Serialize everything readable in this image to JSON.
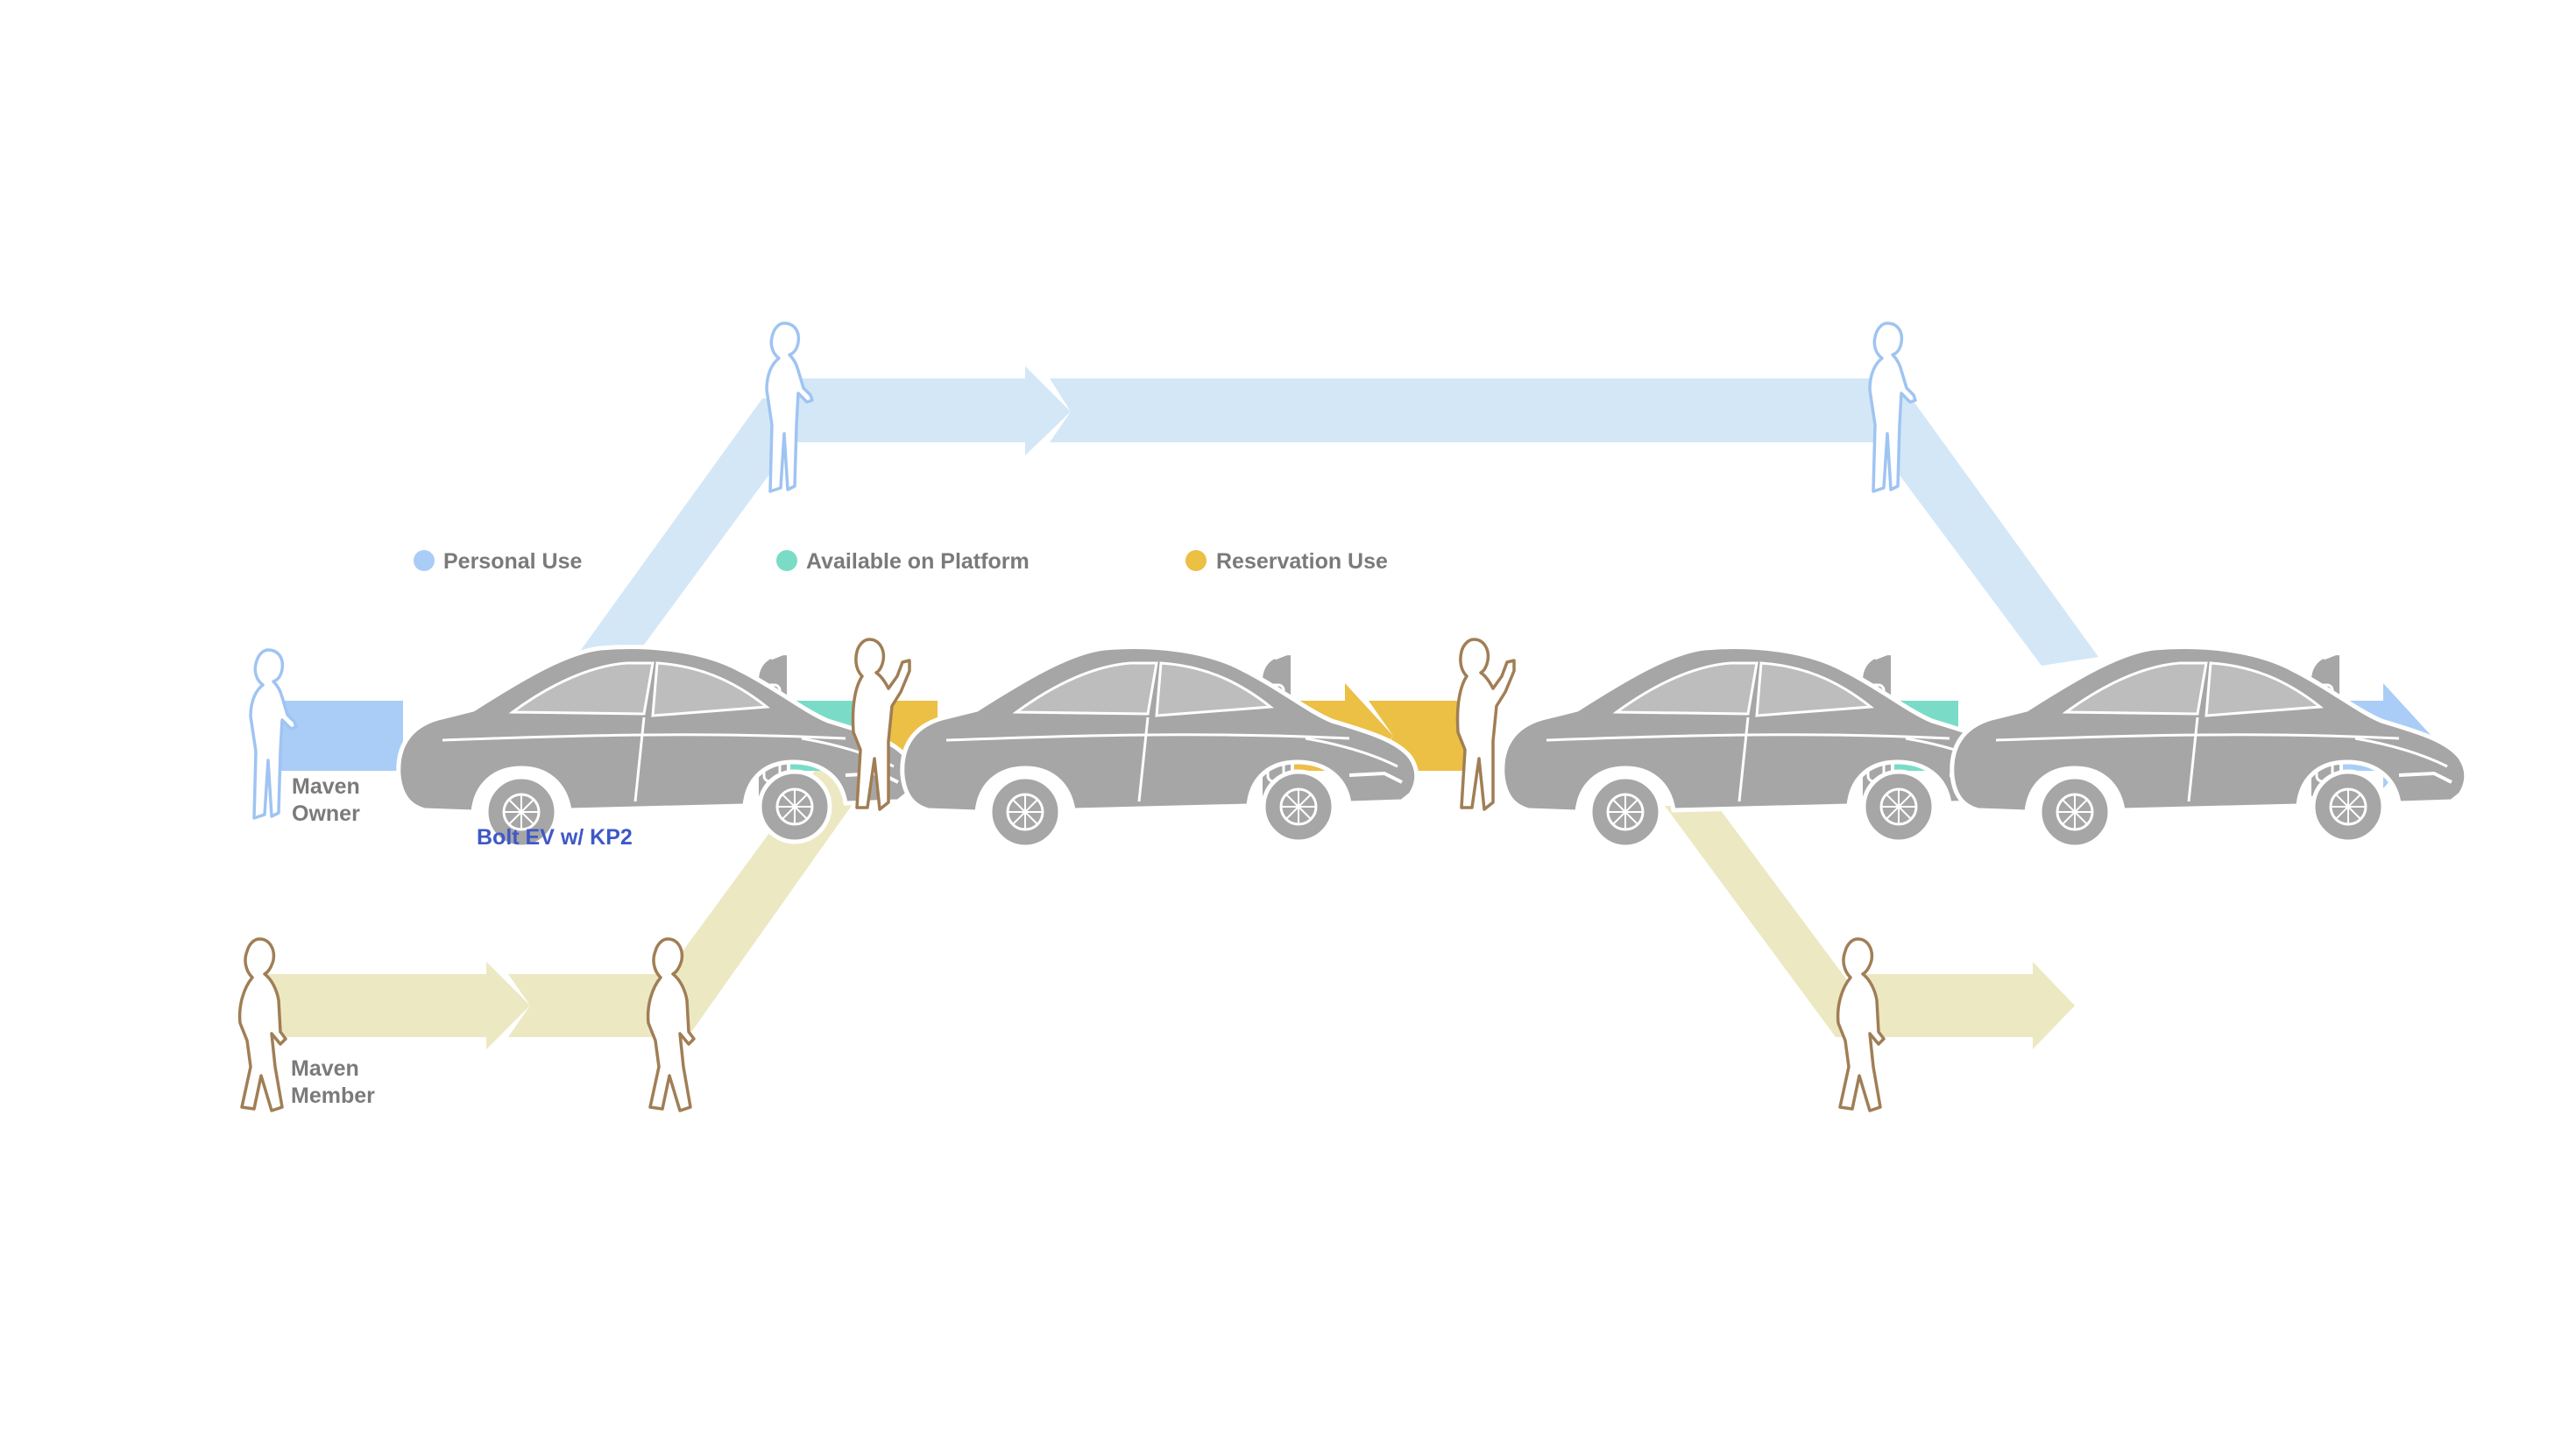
{
  "colors": {
    "personal_use": "#a9cdf6",
    "personal_use_light": "#d3e7f7",
    "available_on_platform": "#7adcc6",
    "reservation_use": "#ecbf45",
    "member_path": "#ece8c2",
    "owner_figure": "#9fc4f2",
    "member_figure": "#a07e55",
    "car": "#a6a6a6",
    "car_label": "#3f58c6",
    "text_gray": "#7a7a7a"
  },
  "legend": [
    {
      "label": "Personal Use",
      "color": "#a9cdf6"
    },
    {
      "label": "Available on Platform",
      "color": "#7adcc6"
    },
    {
      "label": "Reservation Use",
      "color": "#ecbf45"
    }
  ],
  "roles": {
    "owner": {
      "line1": "Maven",
      "line2": "Owner"
    },
    "member": {
      "line1": "Maven",
      "line2": "Member"
    }
  },
  "car_label": "Bolt EV w/ KP2",
  "icons": {
    "owner": "person-standing-icon",
    "member": "person-walking-icon",
    "car": "car-icon",
    "charger": "ev-charger-icon"
  }
}
